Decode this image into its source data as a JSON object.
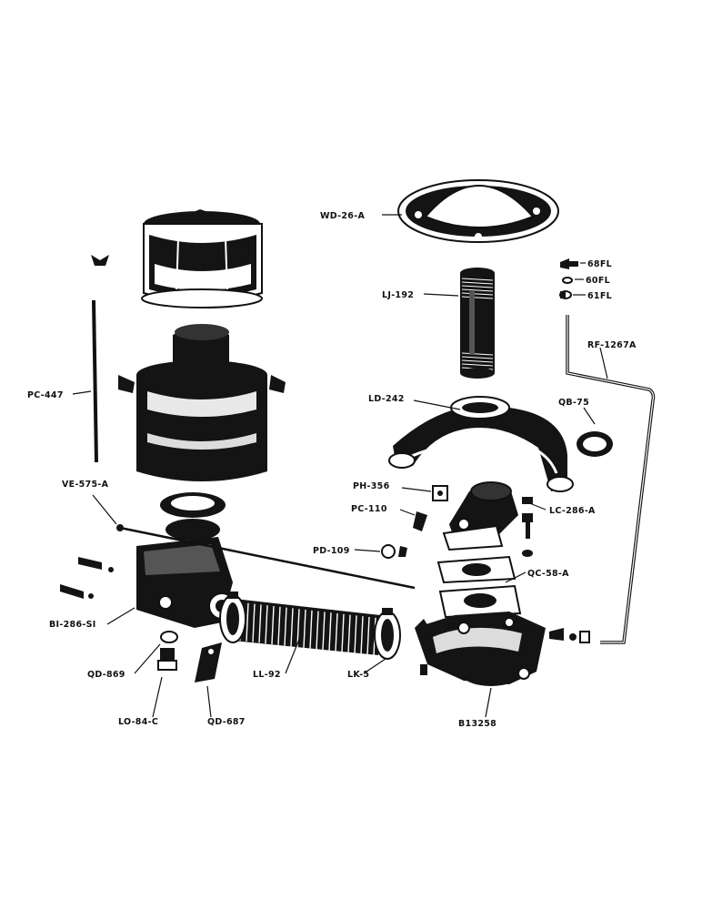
{
  "diagram": {
    "parts": [
      {
        "id": "wd",
        "label": "WD-26-A"
      },
      {
        "id": "lj",
        "label": "LJ-192"
      },
      {
        "id": "68fl",
        "label": "68FL"
      },
      {
        "id": "60fl",
        "label": "60FL"
      },
      {
        "id": "61fl",
        "label": "61FL"
      },
      {
        "id": "rf",
        "label": "RF-1267A"
      },
      {
        "id": "ld",
        "label": "LD-242"
      },
      {
        "id": "qb",
        "label": "QB-75"
      },
      {
        "id": "pc447",
        "label": "PC-447"
      },
      {
        "id": "ve",
        "label": "VE-575-A"
      },
      {
        "id": "ph",
        "label": "PH-356"
      },
      {
        "id": "pc110",
        "label": "PC-110"
      },
      {
        "id": "lc",
        "label": "LC-286-A"
      },
      {
        "id": "pd",
        "label": "PD-109"
      },
      {
        "id": "qc",
        "label": "QC-58-A"
      },
      {
        "id": "bi",
        "label": "BI-286-SI"
      },
      {
        "id": "qd869",
        "label": "QD-869"
      },
      {
        "id": "ll",
        "label": "LL-92"
      },
      {
        "id": "lk",
        "label": "LK-5"
      },
      {
        "id": "lo",
        "label": "LO-84-C"
      },
      {
        "id": "qd687",
        "label": "QD-687"
      },
      {
        "id": "b13",
        "label": "B13258"
      }
    ]
  }
}
